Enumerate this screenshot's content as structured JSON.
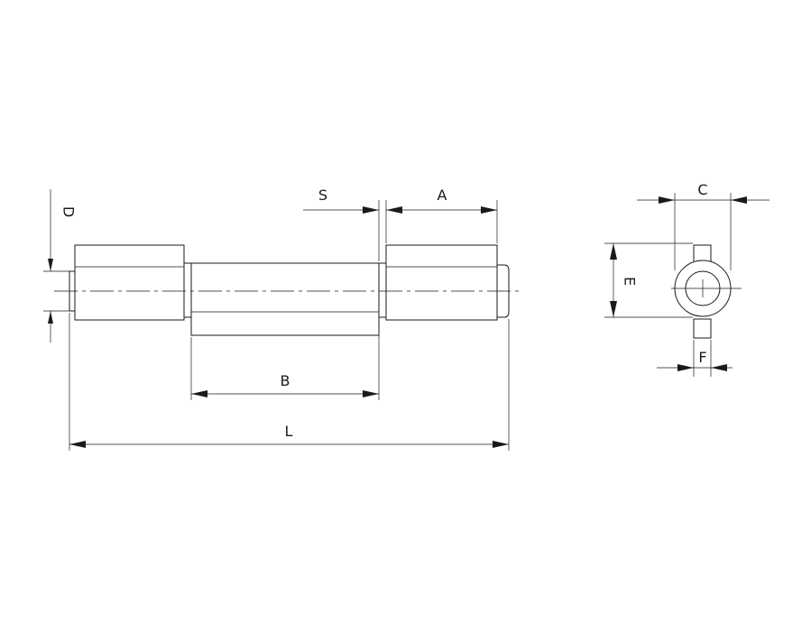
{
  "labels": {
    "S": "S",
    "A": "A",
    "B": "B",
    "L": "L",
    "D": "D",
    "C": "C",
    "E": "E",
    "F": "F"
  },
  "colors": {
    "line": "#1a1a1a",
    "background": "#ffffff"
  }
}
